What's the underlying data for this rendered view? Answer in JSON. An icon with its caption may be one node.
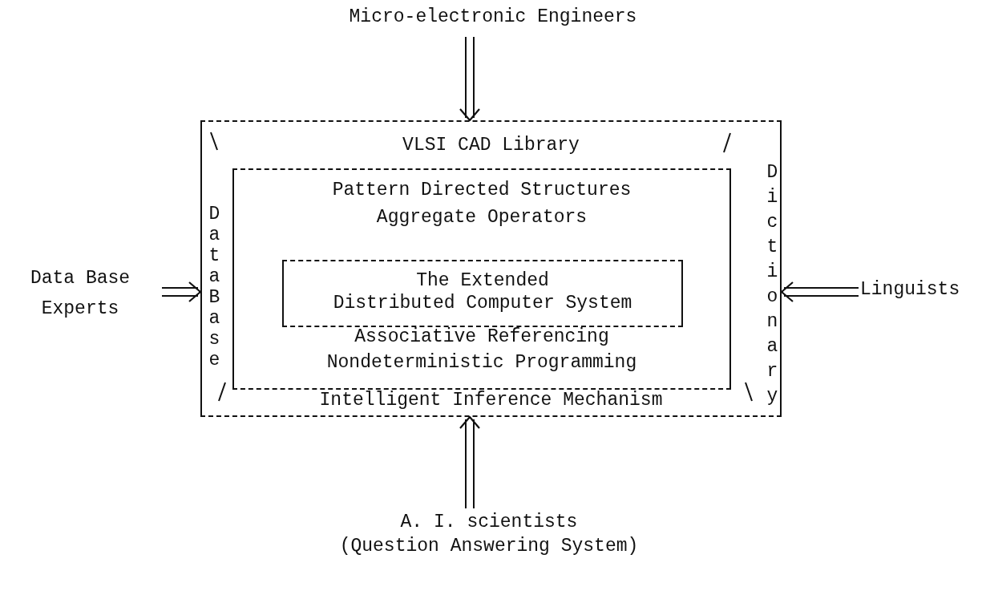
{
  "diagram": {
    "nodes": [
      {
        "text": [
          "VLSI CAD Library",
          "Data Base",
          "Dictionary",
          "Intelligent Inference Mechanism"
        ]
      },
      {
        "text": [
          "Pattern Directed Structures Aggregate Operators",
          "Associative Referencing Nondeterministic Programming"
        ],
        "in": 0
      },
      {
        "text": [
          "The Extended Distributed Computer System"
        ],
        "in": 1
      },
      {
        "text": [
          "Micro-electronic Engineers"
        ]
      },
      {
        "text": [
          "Data Base Experts"
        ]
      },
      {
        "text": [
          "Linguists"
        ]
      },
      {
        "text": [
          "A. I. scientists (Question Answering System)"
        ]
      }
    ],
    "edges": [
      {
        "from": 3,
        "to": 0,
        "arrow": "to"
      },
      {
        "from": 4,
        "to": 0,
        "arrow": "to"
      },
      {
        "from": 5,
        "to": 0,
        "arrow": "to"
      },
      {
        "from": 6,
        "to": 0,
        "arrow": "to"
      }
    ]
  }
}
